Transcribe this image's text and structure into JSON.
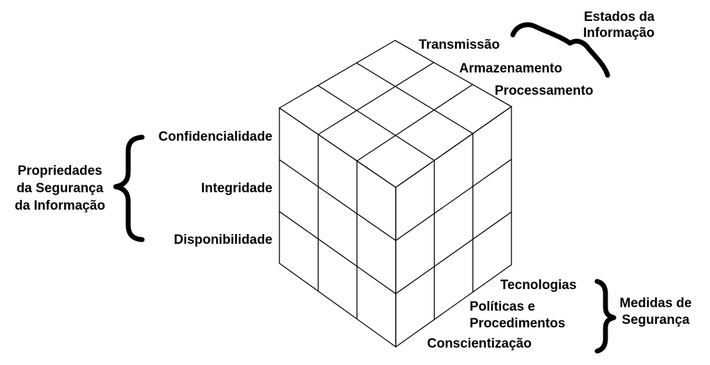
{
  "diagram": {
    "cube": {
      "rows": 3,
      "columns": 3,
      "depth": 3
    },
    "states": {
      "title_line1": "Estados da",
      "title_line2": "Informação",
      "items": [
        "Transmissão",
        "Armazenamento",
        "Processamento"
      ]
    },
    "properties": {
      "title_line1": "Propriedades",
      "title_line2": "da Segurança",
      "title_line3": "da Informação",
      "items": [
        "Confidencialidade",
        "Integridade",
        "Disponibilidade"
      ]
    },
    "measures": {
      "title_line1": "Medidas de",
      "title_line2": "Segurança",
      "items": [
        "Tecnologias",
        "Políticas e",
        "Procedimentos",
        "Conscientização"
      ]
    }
  }
}
